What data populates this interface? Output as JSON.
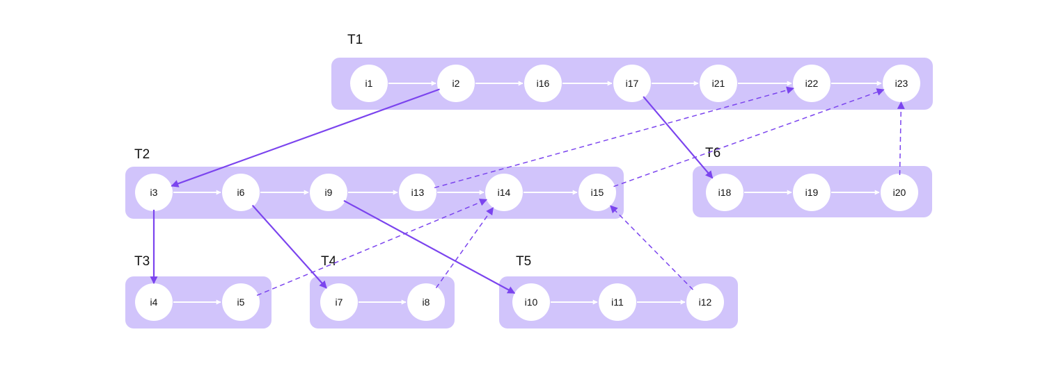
{
  "colors": {
    "lane_fill": "#d1c4fb",
    "node_fill": "#ffffff",
    "edge_accent": "#7b44ee",
    "edge_internal": "#ffffff"
  },
  "groups": [
    {
      "id": "T1",
      "title": "T1",
      "nodes": [
        "i1",
        "i2",
        "i16",
        "i17",
        "i21",
        "i22",
        "i23"
      ]
    },
    {
      "id": "T2",
      "title": "T2",
      "nodes": [
        "i3",
        "i6",
        "i9",
        "i13",
        "i14",
        "i15"
      ]
    },
    {
      "id": "T3",
      "title": "T3",
      "nodes": [
        "i4",
        "i5"
      ]
    },
    {
      "id": "T4",
      "title": "T4",
      "nodes": [
        "i7",
        "i8"
      ]
    },
    {
      "id": "T5",
      "title": "T5",
      "nodes": [
        "i10",
        "i11",
        "i12"
      ]
    },
    {
      "id": "T6",
      "title": "T6",
      "nodes": [
        "i18",
        "i19",
        "i20"
      ]
    }
  ],
  "edges": [
    {
      "from": "i1",
      "to": "i2",
      "style": "sequence"
    },
    {
      "from": "i2",
      "to": "i16",
      "style": "sequence"
    },
    {
      "from": "i16",
      "to": "i17",
      "style": "sequence"
    },
    {
      "from": "i17",
      "to": "i21",
      "style": "sequence"
    },
    {
      "from": "i21",
      "to": "i22",
      "style": "sequence"
    },
    {
      "from": "i22",
      "to": "i23",
      "style": "sequence"
    },
    {
      "from": "i3",
      "to": "i6",
      "style": "sequence"
    },
    {
      "from": "i6",
      "to": "i9",
      "style": "sequence"
    },
    {
      "from": "i9",
      "to": "i13",
      "style": "sequence"
    },
    {
      "from": "i13",
      "to": "i14",
      "style": "sequence"
    },
    {
      "from": "i14",
      "to": "i15",
      "style": "sequence"
    },
    {
      "from": "i4",
      "to": "i5",
      "style": "sequence"
    },
    {
      "from": "i7",
      "to": "i8",
      "style": "sequence"
    },
    {
      "from": "i10",
      "to": "i11",
      "style": "sequence"
    },
    {
      "from": "i11",
      "to": "i12",
      "style": "sequence"
    },
    {
      "from": "i18",
      "to": "i19",
      "style": "sequence"
    },
    {
      "from": "i19",
      "to": "i20",
      "style": "sequence"
    },
    {
      "from": "i2",
      "to": "i3",
      "style": "spawn"
    },
    {
      "from": "i17",
      "to": "i18",
      "style": "spawn"
    },
    {
      "from": "i3",
      "to": "i4",
      "style": "spawn"
    },
    {
      "from": "i6",
      "to": "i7",
      "style": "spawn"
    },
    {
      "from": "i9",
      "to": "i10",
      "style": "spawn"
    },
    {
      "from": "i13",
      "to": "i22",
      "style": "join"
    },
    {
      "from": "i15",
      "to": "i23",
      "style": "join"
    },
    {
      "from": "i20",
      "to": "i23",
      "style": "join"
    },
    {
      "from": "i5",
      "to": "i14",
      "style": "join"
    },
    {
      "from": "i8",
      "to": "i14",
      "style": "join"
    },
    {
      "from": "i12",
      "to": "i15",
      "style": "join"
    }
  ]
}
